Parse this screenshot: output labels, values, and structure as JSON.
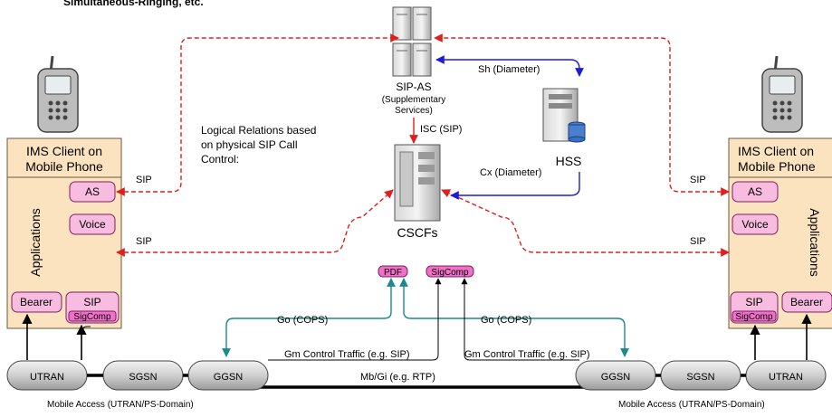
{
  "caption_top": "Simultaneous-Ringing, etc.",
  "nodes": {
    "sip_as": "SIP-AS",
    "sip_as_sub1": "(Supplementary",
    "sip_as_sub2": "Services)",
    "hss": "HSS",
    "cscfs": "CSCFs",
    "pdf": "PDF",
    "sigcomp": "SigComp"
  },
  "note": {
    "line1": "Logical Relations based",
    "line2": "on physical SIP Call",
    "line3": "Control:"
  },
  "links": {
    "sh": "Sh (Diameter)",
    "isc": "ISC (SIP)",
    "cx": "Cx (Diameter)",
    "sip": "SIP",
    "go": "Go (COPS)",
    "gm": "Gm Control Traffic (e.g. SIP)",
    "mb": "Mb/Gi (e.g. RTP)"
  },
  "client_left": {
    "title1": "IMS Client on",
    "title2": "Mobile Phone",
    "applications": "Applications",
    "as": "AS",
    "voice": "Voice",
    "bearer": "Bearer",
    "sip": "SIP",
    "sigcomp": "SigComp"
  },
  "client_right": {
    "title1": "IMS Client on",
    "title2": "Mobile Phone",
    "applications": "Applications",
    "as": "AS",
    "voice": "Voice",
    "bearer": "Bearer",
    "sip": "SIP",
    "sigcomp": "SigComp"
  },
  "access_left": {
    "utran": "UTRAN",
    "sgsn": "SGSN",
    "ggsn": "GGSN",
    "caption": "Mobile Access (UTRAN/PS-Domain)"
  },
  "access_right": {
    "ggsn": "GGSN",
    "sgsn": "SGSN",
    "utran": "UTRAN",
    "caption": "Mobile Access (UTRAN/PS-Domain)"
  },
  "colors": {
    "sip_link": "#e0201c",
    "diameter_link": "#1c1cd8",
    "cops_link": "#1a8a8a",
    "client_fill": "#fbe3c0",
    "pink": "#f8bce0"
  }
}
